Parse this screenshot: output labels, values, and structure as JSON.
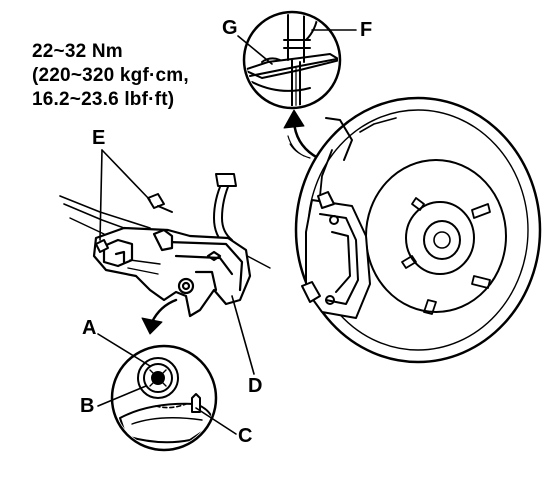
{
  "torque_spec": {
    "line1": "22~32 Nm",
    "line2": "(220~320 kgf·cm,",
    "line3": "16.2~23.6 lbf·ft)"
  },
  "callouts": {
    "a": "A",
    "b": "B",
    "c": "C",
    "d": "D",
    "e": "E",
    "f": "F",
    "g": "G"
  }
}
